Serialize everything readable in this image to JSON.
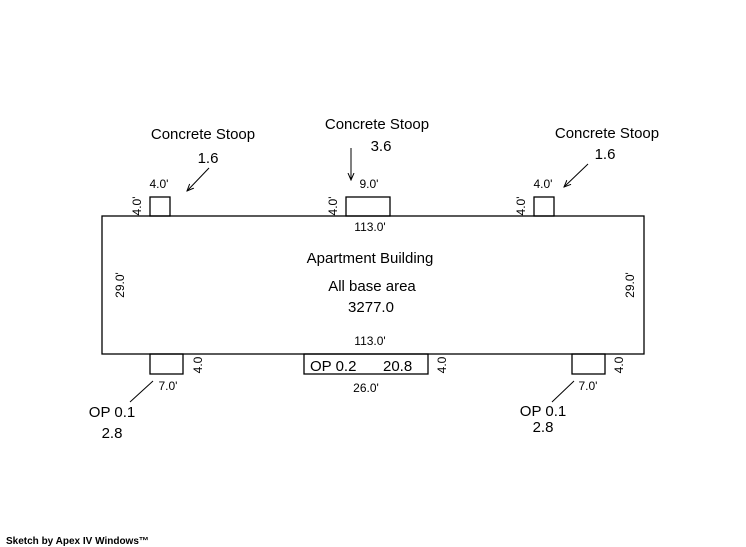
{
  "building": {
    "name": "Apartment Building",
    "area_label": "All base area",
    "area": "3277.0",
    "top_dim": "113.0'",
    "bottom_dim": "113.0'",
    "left_dim": "29.0'",
    "right_dim": "29.0'"
  },
  "stoops": [
    {
      "label": "Concrete Stoop",
      "area": "1.6",
      "width": "4.0'",
      "depth": "4.0'"
    },
    {
      "label": "Concrete Stoop",
      "area": "3.6",
      "width": "9.0'",
      "depth": "4.0'"
    },
    {
      "label": "Concrete Stoop",
      "area": "1.6",
      "width": "4.0'",
      "depth": "4.0'"
    }
  ],
  "porches": [
    {
      "label": "OP 0.1",
      "area": "2.8",
      "width": "7.0'",
      "depth": "4.0"
    },
    {
      "label": "OP 0.2",
      "area": "20.8",
      "width": "26.0'",
      "depth": "4.0"
    },
    {
      "label": "OP 0.1",
      "area": "2.8",
      "width": "7.0'",
      "depth": "4.0"
    }
  ],
  "footer": "Sketch by Apex IV Windows™"
}
